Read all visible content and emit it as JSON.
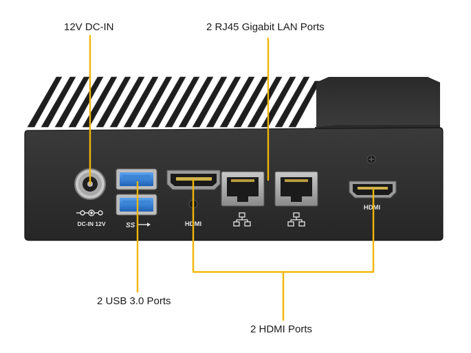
{
  "callouts": {
    "dc_in": "12V DC-IN",
    "lan": "2 RJ45 Gigabit LAN Ports",
    "usb": "2 USB 3.0 Ports",
    "hdmi": "2 HDMI Ports"
  },
  "panel_labels": {
    "dc_in": "DC-IN 12V",
    "usb": "SS",
    "hdmi_left": "HDMI",
    "hdmi_right": "HDMI"
  },
  "colors": {
    "leader_line": "#f2b705",
    "chassis": "#2f2f2f",
    "usb_blue": "#2f7fd8"
  },
  "icons": [
    "dc-polarity-icon",
    "usb-superspeed-icon",
    "network-icon",
    "screw-icon"
  ]
}
